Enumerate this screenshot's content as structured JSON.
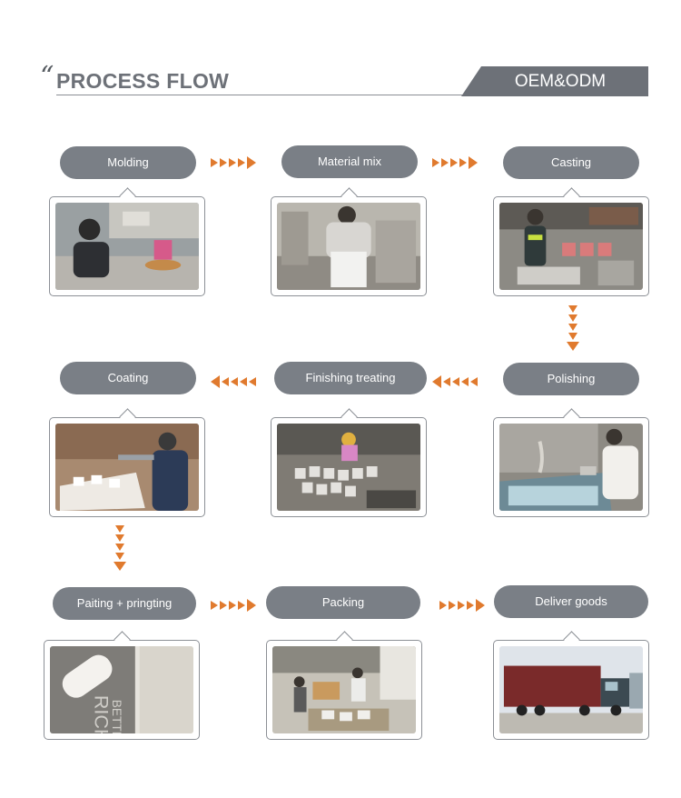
{
  "header": {
    "quote_mark": "“",
    "title": "PROCESS FLOW",
    "badge": "OEM&ODM"
  },
  "steps": [
    {
      "label": "Molding"
    },
    {
      "label": "Material mix"
    },
    {
      "label": "Casting"
    },
    {
      "label": "Polishing"
    },
    {
      "label": "Finishing treating"
    },
    {
      "label": "Coating"
    },
    {
      "label": "Paiting + pringting"
    },
    {
      "label": "Packing"
    },
    {
      "label": "Deliver goods"
    }
  ],
  "colors": {
    "pill": "#7a7f86",
    "arrow": "#e07a2e",
    "badge": "#6d7178"
  }
}
